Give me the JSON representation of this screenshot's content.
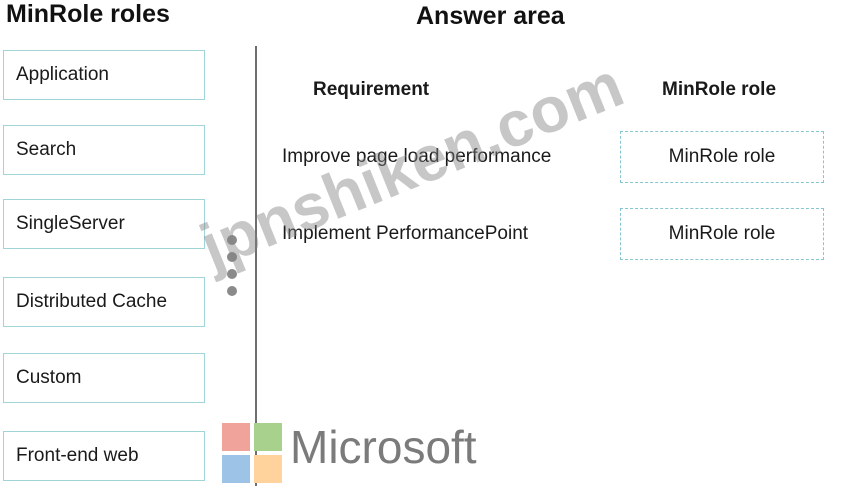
{
  "left_panel": {
    "title": "MinRole roles",
    "roles": [
      "Application",
      "Search",
      "SingleServer",
      "Distributed Cache",
      "Custom",
      "Front-end web"
    ]
  },
  "answer_area": {
    "title": "Answer area",
    "col_requirement": "Requirement",
    "col_role": "MinRole role",
    "rows": [
      {
        "requirement": "Improve page load performance",
        "slot": "MinRole role"
      },
      {
        "requirement": "Implement PerformancePoint",
        "slot": "MinRole role"
      }
    ]
  },
  "brand": {
    "name": "Microsoft",
    "logo_colors": [
      "#f0a39a",
      "#a9d18e",
      "#9dc3e6",
      "#ffd39b"
    ]
  },
  "watermark": "jpnshiken.com"
}
